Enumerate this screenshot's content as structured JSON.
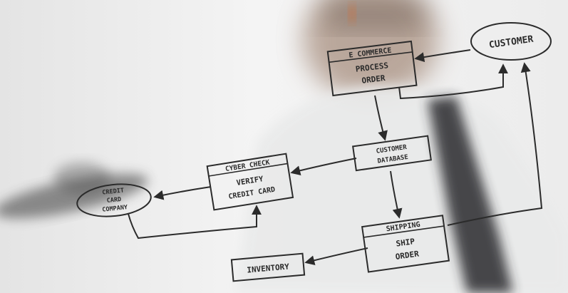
{
  "diagram": {
    "nodes": {
      "customer": {
        "lines": [
          "CUSTOMER"
        ]
      },
      "ecommerce": {
        "title": "E COMMERCE",
        "lines": [
          "PROCESS",
          "ORDER"
        ]
      },
      "customer_database": {
        "lines": [
          "CUSTOMER",
          "DATABASE"
        ]
      },
      "cyber_check": {
        "title": "CYBER CHECK",
        "lines": [
          "VERIFY",
          "CREDIT CARD"
        ]
      },
      "credit_card_company": {
        "lines": [
          "CREDIT",
          "CARD",
          "COMPANY"
        ]
      },
      "shipping": {
        "title": "SHIPPING",
        "lines": [
          "SHIP",
          "ORDER"
        ]
      },
      "inventory": {
        "lines": [
          "INVENTORY"
        ]
      }
    }
  },
  "colors": {
    "ink": "#2b2b2b",
    "shirt": "#e9eaea",
    "tie": "#2c2c2e",
    "skin": "#8c6b55",
    "background": "#f1f1f1"
  }
}
